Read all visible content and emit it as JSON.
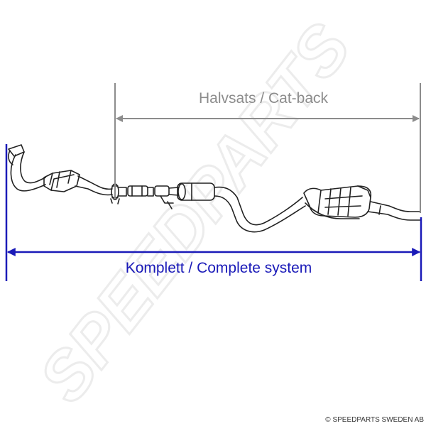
{
  "labels": {
    "halvsats": "Halvsats / Cat-back",
    "komplett": "Komplett / Complete system",
    "copyright": "© SPEEDPARTS SWEDEN AB",
    "watermark": "SPEEDPARTS"
  },
  "colors": {
    "catback": "#8c8c8c",
    "complete": "#1a1ab8",
    "pipe": "#222222",
    "watermark": "#f2f2f2",
    "copyright": "#333333"
  }
}
